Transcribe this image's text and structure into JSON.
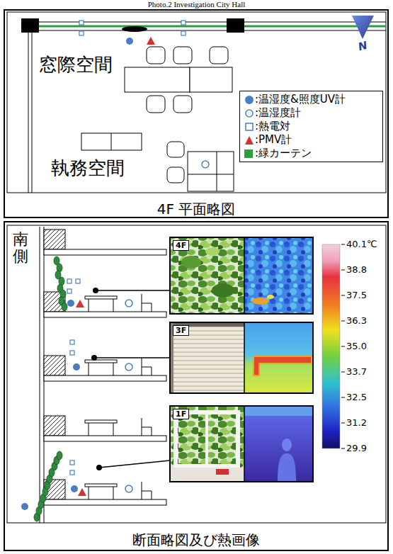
{
  "diagram": {
    "title": "Photo.2 Investigation City Hall",
    "nodes": [
      {
        "text": [
          "4F 平面略図"
        ]
      },
      {
        "text": [
          "断面略図及び熱画像"
        ]
      },
      {
        "text": [
          "4F"
        ],
        "in": 1
      },
      {
        "text": [
          "3F"
        ],
        "in": 1
      },
      {
        "text": [
          "1F"
        ],
        "in": 1
      }
    ],
    "labels": [
      "窓際空間",
      "執務空間",
      "N",
      "南側",
      "40.1℃",
      "38.8",
      "37.5",
      "36.3",
      "35.0",
      "33.7",
      "32.5",
      "31.2",
      "29.9"
    ],
    "legend": [
      {
        "text": ":温湿度&照度UV計"
      },
      {
        "text": ":温湿度計"
      },
      {
        "text": ":熱電対"
      },
      {
        "text": ":PMV計"
      },
      {
        "text": ":緑カーテン",
        "color": "#2e9e3e"
      }
    ]
  }
}
